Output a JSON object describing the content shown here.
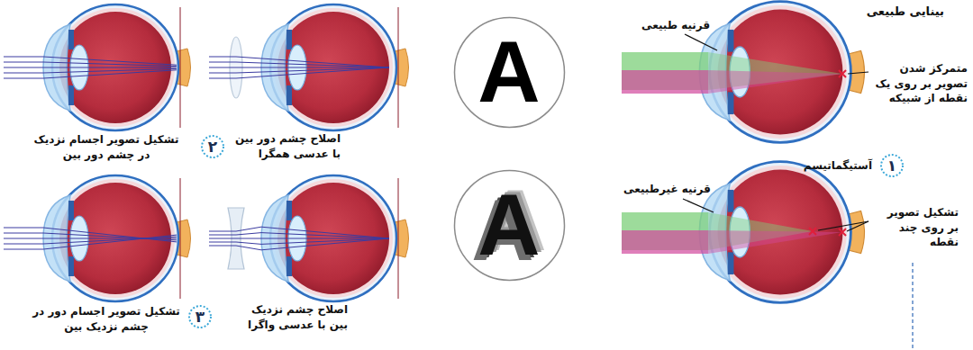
{
  "diagram": {
    "nodes": [
      {
        "text": [
          "A"
        ]
      },
      {
        "text": [
          "A"
        ]
      },
      {
        "text": [
          "۱"
        ]
      },
      {
        "text": [
          "۲"
        ]
      },
      {
        "text": [
          "۳"
        ]
      }
    ],
    "labels": [
      "بینایی طبیعی",
      "قرنیه طبیعی",
      "متمرکز شدن تصویر بر روی یک نقطه از شبیکه",
      "آستیگماتیسم",
      "قرنیه غیرطبیعی",
      "تشکیل تصویر بر روی چند نقطه",
      "تشکیل تصویر اجسام نزدیک در چشم دور بین",
      "اصلاح چشم دور بین با عدسی همگرا",
      "تشکیل تصویر اجسام دور در چشم نزدیک بین",
      "اصلاح چشم نزدیک بین با عدسی واگرا"
    ]
  }
}
